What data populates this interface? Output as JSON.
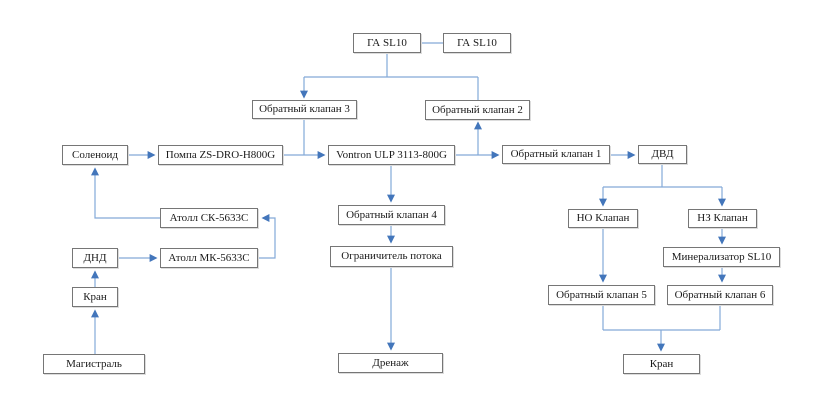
{
  "nodes": {
    "ga1": {
      "label": "ГА SL10"
    },
    "ga2": {
      "label": "ГА SL10"
    },
    "ok3": {
      "label": "Обратный клапан 3"
    },
    "ok2": {
      "label": "Обратный клапан 2"
    },
    "solenoid": {
      "label": "Соленоид"
    },
    "pump": {
      "label": "Помпа ZS-DRO-H800G"
    },
    "vontron": {
      "label": "Vontron ULP 3113-800G"
    },
    "ok1": {
      "label": "Обратный клапан 1"
    },
    "dvd": {
      "label": "ДВД"
    },
    "sk": {
      "label": "Атолл СК-5633С"
    },
    "mk": {
      "label": "Атолл МК-5633С"
    },
    "dnd": {
      "label": "ДНД"
    },
    "kran_left": {
      "label": "Кран"
    },
    "magistral": {
      "label": "Магистраль"
    },
    "ok4": {
      "label": "Обратный клапан 4"
    },
    "ogranichitel": {
      "label": "Ограничитель потока"
    },
    "drenazh": {
      "label": "Дренаж"
    },
    "no_klapan": {
      "label": "НО Клапан"
    },
    "nz_klapan": {
      "label": "НЗ Клапан"
    },
    "mineralizator": {
      "label": "Минерализатор SL10"
    },
    "ok5": {
      "label": "Обратный клапан 5"
    },
    "ok6": {
      "label": "Обратный клапан 6"
    },
    "kran_right": {
      "label": "Кран"
    }
  },
  "edges": [
    {
      "from": "ga1",
      "to": "ga2",
      "arrow": false
    },
    {
      "from": "ga1",
      "to": "ok3",
      "arrow": true
    },
    {
      "from": "ok2",
      "to": "ga1",
      "arrow": false
    },
    {
      "from": "ok3",
      "to": "vontron",
      "arrow": false
    },
    {
      "from": "solenoid",
      "to": "pump",
      "arrow": true
    },
    {
      "from": "pump",
      "to": "vontron",
      "arrow": true
    },
    {
      "from": "vontron",
      "to": "ok1",
      "arrow": true
    },
    {
      "from": "vontron",
      "to": "ok2",
      "arrow": true
    },
    {
      "from": "ok1",
      "to": "dvd",
      "arrow": true
    },
    {
      "from": "dvd",
      "to": "no_klapan",
      "arrow": true
    },
    {
      "from": "dvd",
      "to": "nz_klapan",
      "arrow": true
    },
    {
      "from": "no_klapan",
      "to": "ok5",
      "arrow": true
    },
    {
      "from": "nz_klapan",
      "to": "mineralizator",
      "arrow": true
    },
    {
      "from": "mineralizator",
      "to": "ok6",
      "arrow": true
    },
    {
      "from": "ok5",
      "to": "kran_right",
      "arrow": true
    },
    {
      "from": "ok6",
      "to": "kran_right",
      "arrow": true
    },
    {
      "from": "vontron",
      "to": "ok4",
      "arrow": true
    },
    {
      "from": "ok4",
      "to": "ogranichitel",
      "arrow": true
    },
    {
      "from": "ogranichitel",
      "to": "drenazh",
      "arrow": true
    },
    {
      "from": "magistral",
      "to": "kran_left",
      "arrow": true
    },
    {
      "from": "kran_left",
      "to": "dnd",
      "arrow": true
    },
    {
      "from": "dnd",
      "to": "mk",
      "arrow": true
    },
    {
      "from": "mk",
      "to": "sk",
      "arrow": true
    },
    {
      "from": "sk",
      "to": "solenoid",
      "arrow": true
    }
  ],
  "colors": {
    "line": "#83a9d8",
    "arrow": "#4376bb",
    "box_border": "#767676",
    "text": "#1a1a1a",
    "background": "#ffffff"
  }
}
